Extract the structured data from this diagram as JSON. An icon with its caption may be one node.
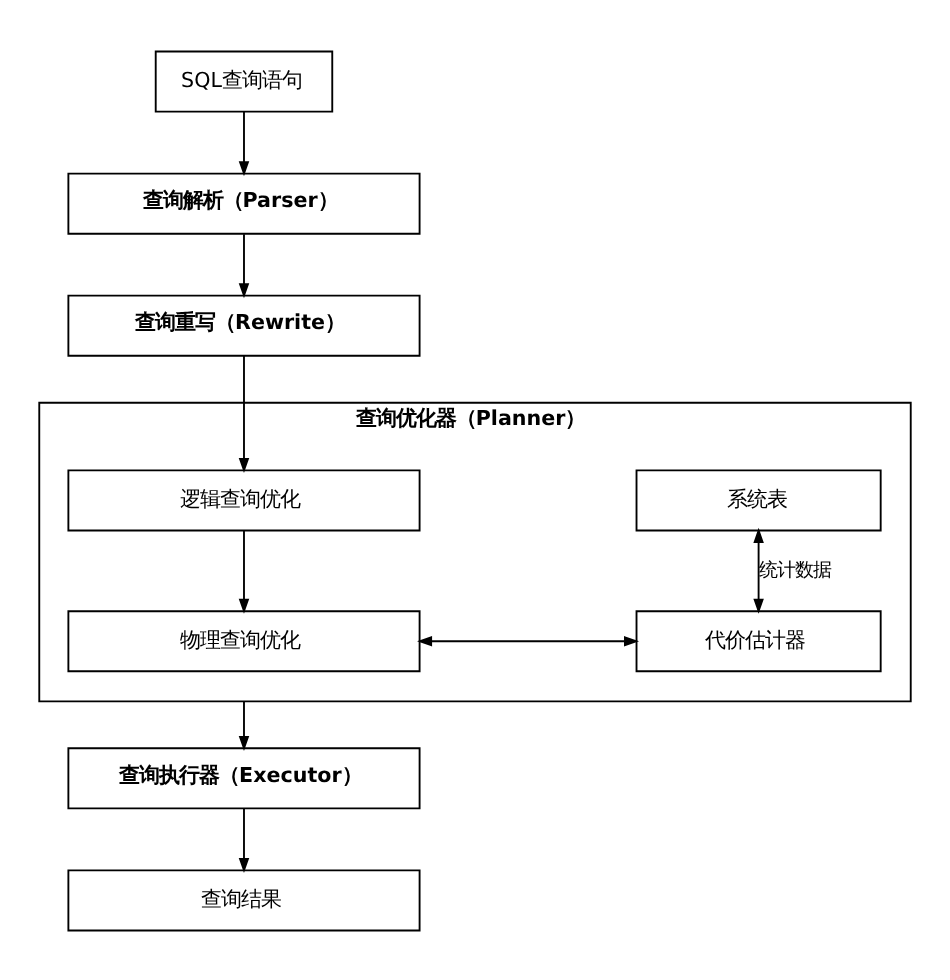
{
  "diagram": {
    "nodes": [
      {
        "text": [
          "SQL查询语句"
        ]
      },
      {
        "text": [
          "查询解析（Parser）"
        ]
      },
      {
        "text": [
          "查询重写（Rewrite）"
        ]
      },
      {
        "text": [
          "查询优化器（Planner）"
        ]
      },
      {
        "text": [
          "逻辑查询优化"
        ],
        "in": 3
      },
      {
        "text": [
          "系统表"
        ],
        "in": 3
      },
      {
        "text": [
          "物理查询优化"
        ],
        "in": 3
      },
      {
        "text": [
          "代价估计器"
        ],
        "in": 3
      },
      {
        "text": [
          "查询执行器（Executor）"
        ]
      },
      {
        "text": [
          "查询结果"
        ]
      }
    ],
    "edges": [
      {
        "from": 0,
        "to": 1,
        "arrow": "to"
      },
      {
        "from": 1,
        "to": 2,
        "arrow": "to"
      },
      {
        "from": 2,
        "to": 4,
        "arrow": "to"
      },
      {
        "from": 4,
        "to": 6,
        "arrow": "to"
      },
      {
        "from": 5,
        "to": 7,
        "arrow": "both",
        "label": "统计数据"
      },
      {
        "from": 6,
        "to": 7,
        "arrow": "both"
      },
      {
        "from": 3,
        "to": 8,
        "arrow": "to"
      },
      {
        "from": 8,
        "to": 9,
        "arrow": "to"
      }
    ]
  }
}
